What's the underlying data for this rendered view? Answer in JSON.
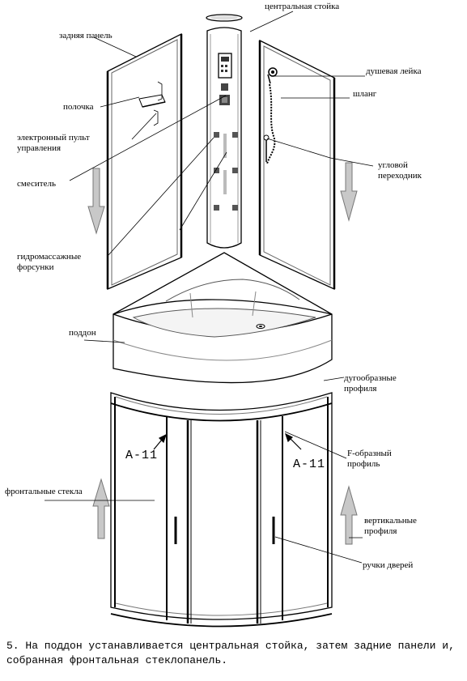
{
  "labels": {
    "central_column": "центральная стойка",
    "back_panel": "задняя панель",
    "shelf": "полочка",
    "control_panel": "электронный пульт\nуправления",
    "mixer": "смеситель",
    "massage_jets": "гидромассажные\nфорсунки",
    "shower_head": "душевая лейка",
    "hose": "шланг",
    "corner_adapter": "угловой\nпереходник",
    "tray": "поддон",
    "arc_profiles": "дугообразные\nпрофиля",
    "f_profile": "F-образный\nпрофиль",
    "front_glass": "фронтальные стекла",
    "vertical_profiles": "вертикальные\nпрофиля",
    "door_handles": "ручки дверей"
  },
  "codes": {
    "left": "A-11",
    "right": "A-11"
  },
  "caption": "5. На поддон устанавливается центральная стойка, затем задние панели и,\nсобранная фронтальная стеклопанель."
}
